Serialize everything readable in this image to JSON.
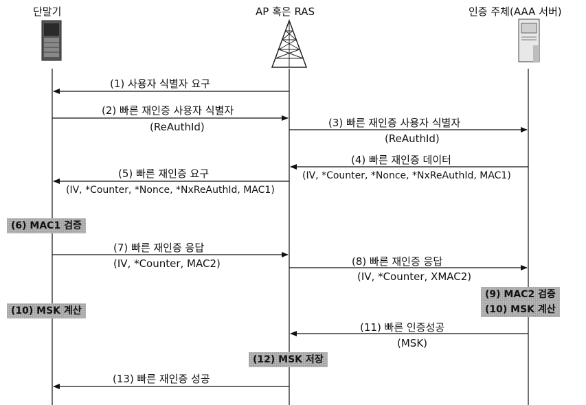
{
  "actors": {
    "terminal": "단말기",
    "ap": "AP 혹은 RAS",
    "auth": "인증 주체(AAA 서버)"
  },
  "messages": [
    {
      "text": "(1) 사용자 식별자 요구"
    },
    {
      "text": "(2) 빠른 재인증 사용자 식별자",
      "sub": "(ReAuthId)"
    },
    {
      "text": "(3) 빠른 재인증 사용자 식별자",
      "sub": "(ReAuthId)"
    },
    {
      "text": "(4) 빠른 재인증 데이터",
      "sub": "(IV, *Counter, *Nonce, *NxReAuthId, MAC1)"
    },
    {
      "text": "(5) 빠른 재인증 요구",
      "sub": "(IV, *Counter, *Nonce, *NxReAuthId, MAC1)"
    },
    {
      "text": "(7) 빠른 재인증 응답",
      "sub": "(IV, *Counter, MAC2)"
    },
    {
      "text": "(8) 빠른 재인증 응답",
      "sub": "(IV, *Counter, XMAC2)"
    },
    {
      "text": "(11) 빠른 인증성공",
      "sub": "(MSK)"
    },
    {
      "text": "(13) 빠른 재인증 성공"
    }
  ],
  "steps": {
    "s6": "(6) MAC1 검증",
    "s9": "(9) MAC2 검증",
    "s10a": "(10) MSK 계산",
    "s10b": "(10) MSK 계산",
    "s12": "(12) MSK 저장"
  }
}
